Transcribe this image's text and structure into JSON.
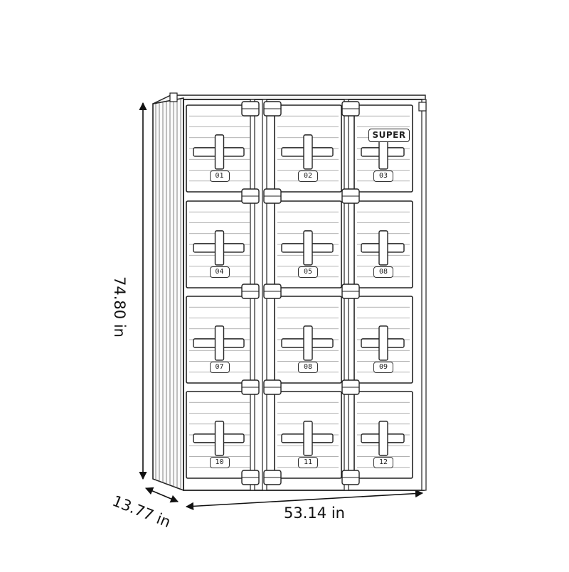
{
  "dimensions": {
    "height": "74.80 in",
    "width": "53.14 in",
    "depth": "13.77 in"
  },
  "brand_badge": "SUPER",
  "door_numbers": [
    "01",
    "02",
    "03",
    "04",
    "05",
    "08",
    "07",
    "08",
    "09",
    "10",
    "11",
    "12"
  ]
}
